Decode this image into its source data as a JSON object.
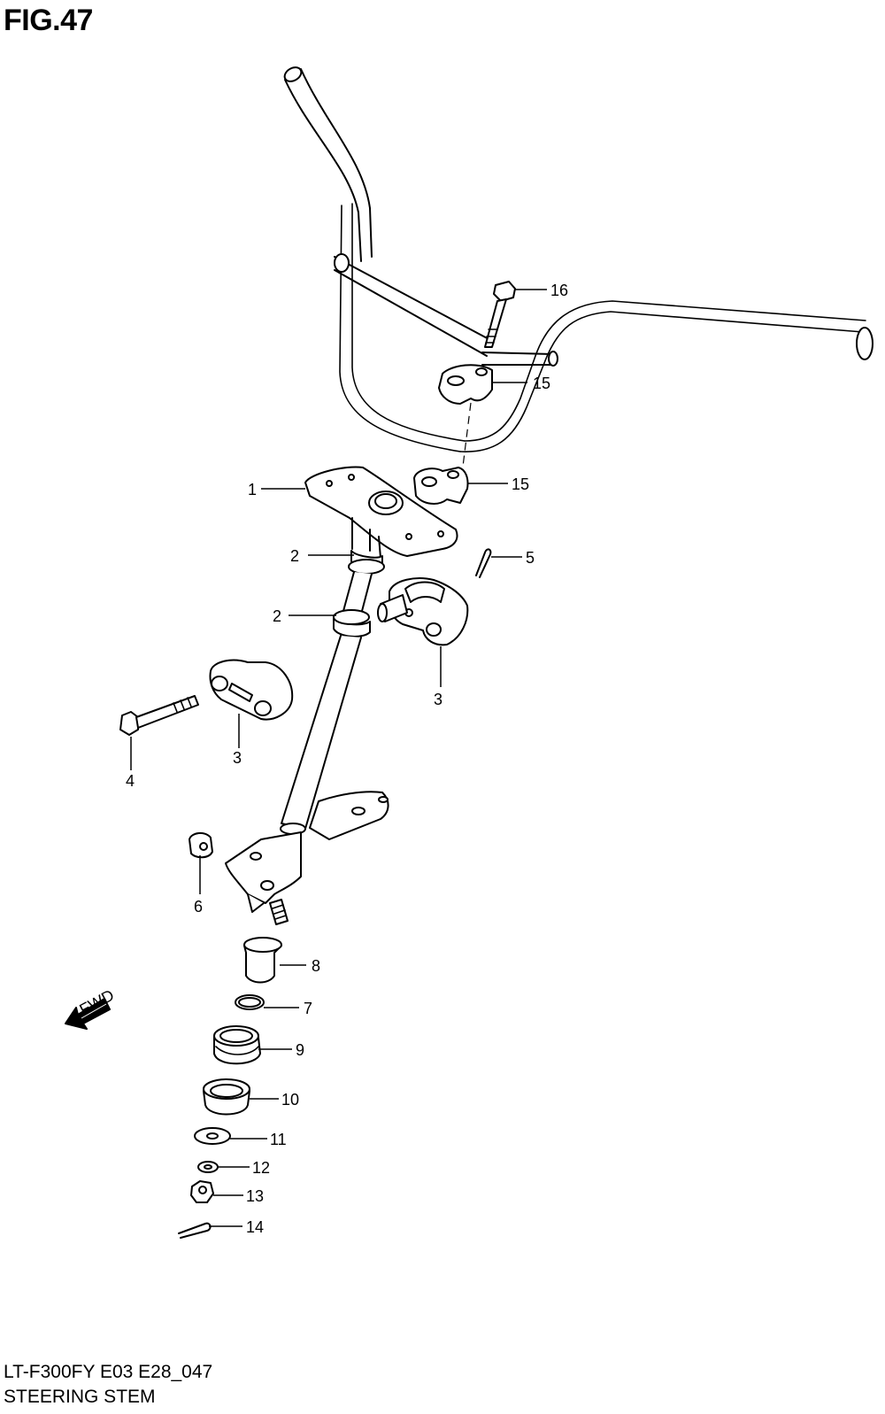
{
  "figure_title": "FIG.47",
  "footer": {
    "model_code": "LT-F300FY E03 E28_047",
    "section_name": "STEERING STEM"
  },
  "direction_marker": "FWD",
  "callouts": [
    {
      "key": "c1",
      "number": "1"
    },
    {
      "key": "c2a",
      "number": "2"
    },
    {
      "key": "c2b",
      "number": "2"
    },
    {
      "key": "c3a",
      "number": "3"
    },
    {
      "key": "c3b",
      "number": "3"
    },
    {
      "key": "c4",
      "number": "4"
    },
    {
      "key": "c5",
      "number": "5"
    },
    {
      "key": "c6",
      "number": "6"
    },
    {
      "key": "c7",
      "number": "7"
    },
    {
      "key": "c8",
      "number": "8"
    },
    {
      "key": "c9",
      "number": "9"
    },
    {
      "key": "c10",
      "number": "10"
    },
    {
      "key": "c11",
      "number": "11"
    },
    {
      "key": "c12",
      "number": "12"
    },
    {
      "key": "c13",
      "number": "13"
    },
    {
      "key": "c14",
      "number": "14"
    },
    {
      "key": "c15a",
      "number": "15"
    },
    {
      "key": "c15b",
      "number": "15"
    },
    {
      "key": "c16",
      "number": "16"
    }
  ]
}
